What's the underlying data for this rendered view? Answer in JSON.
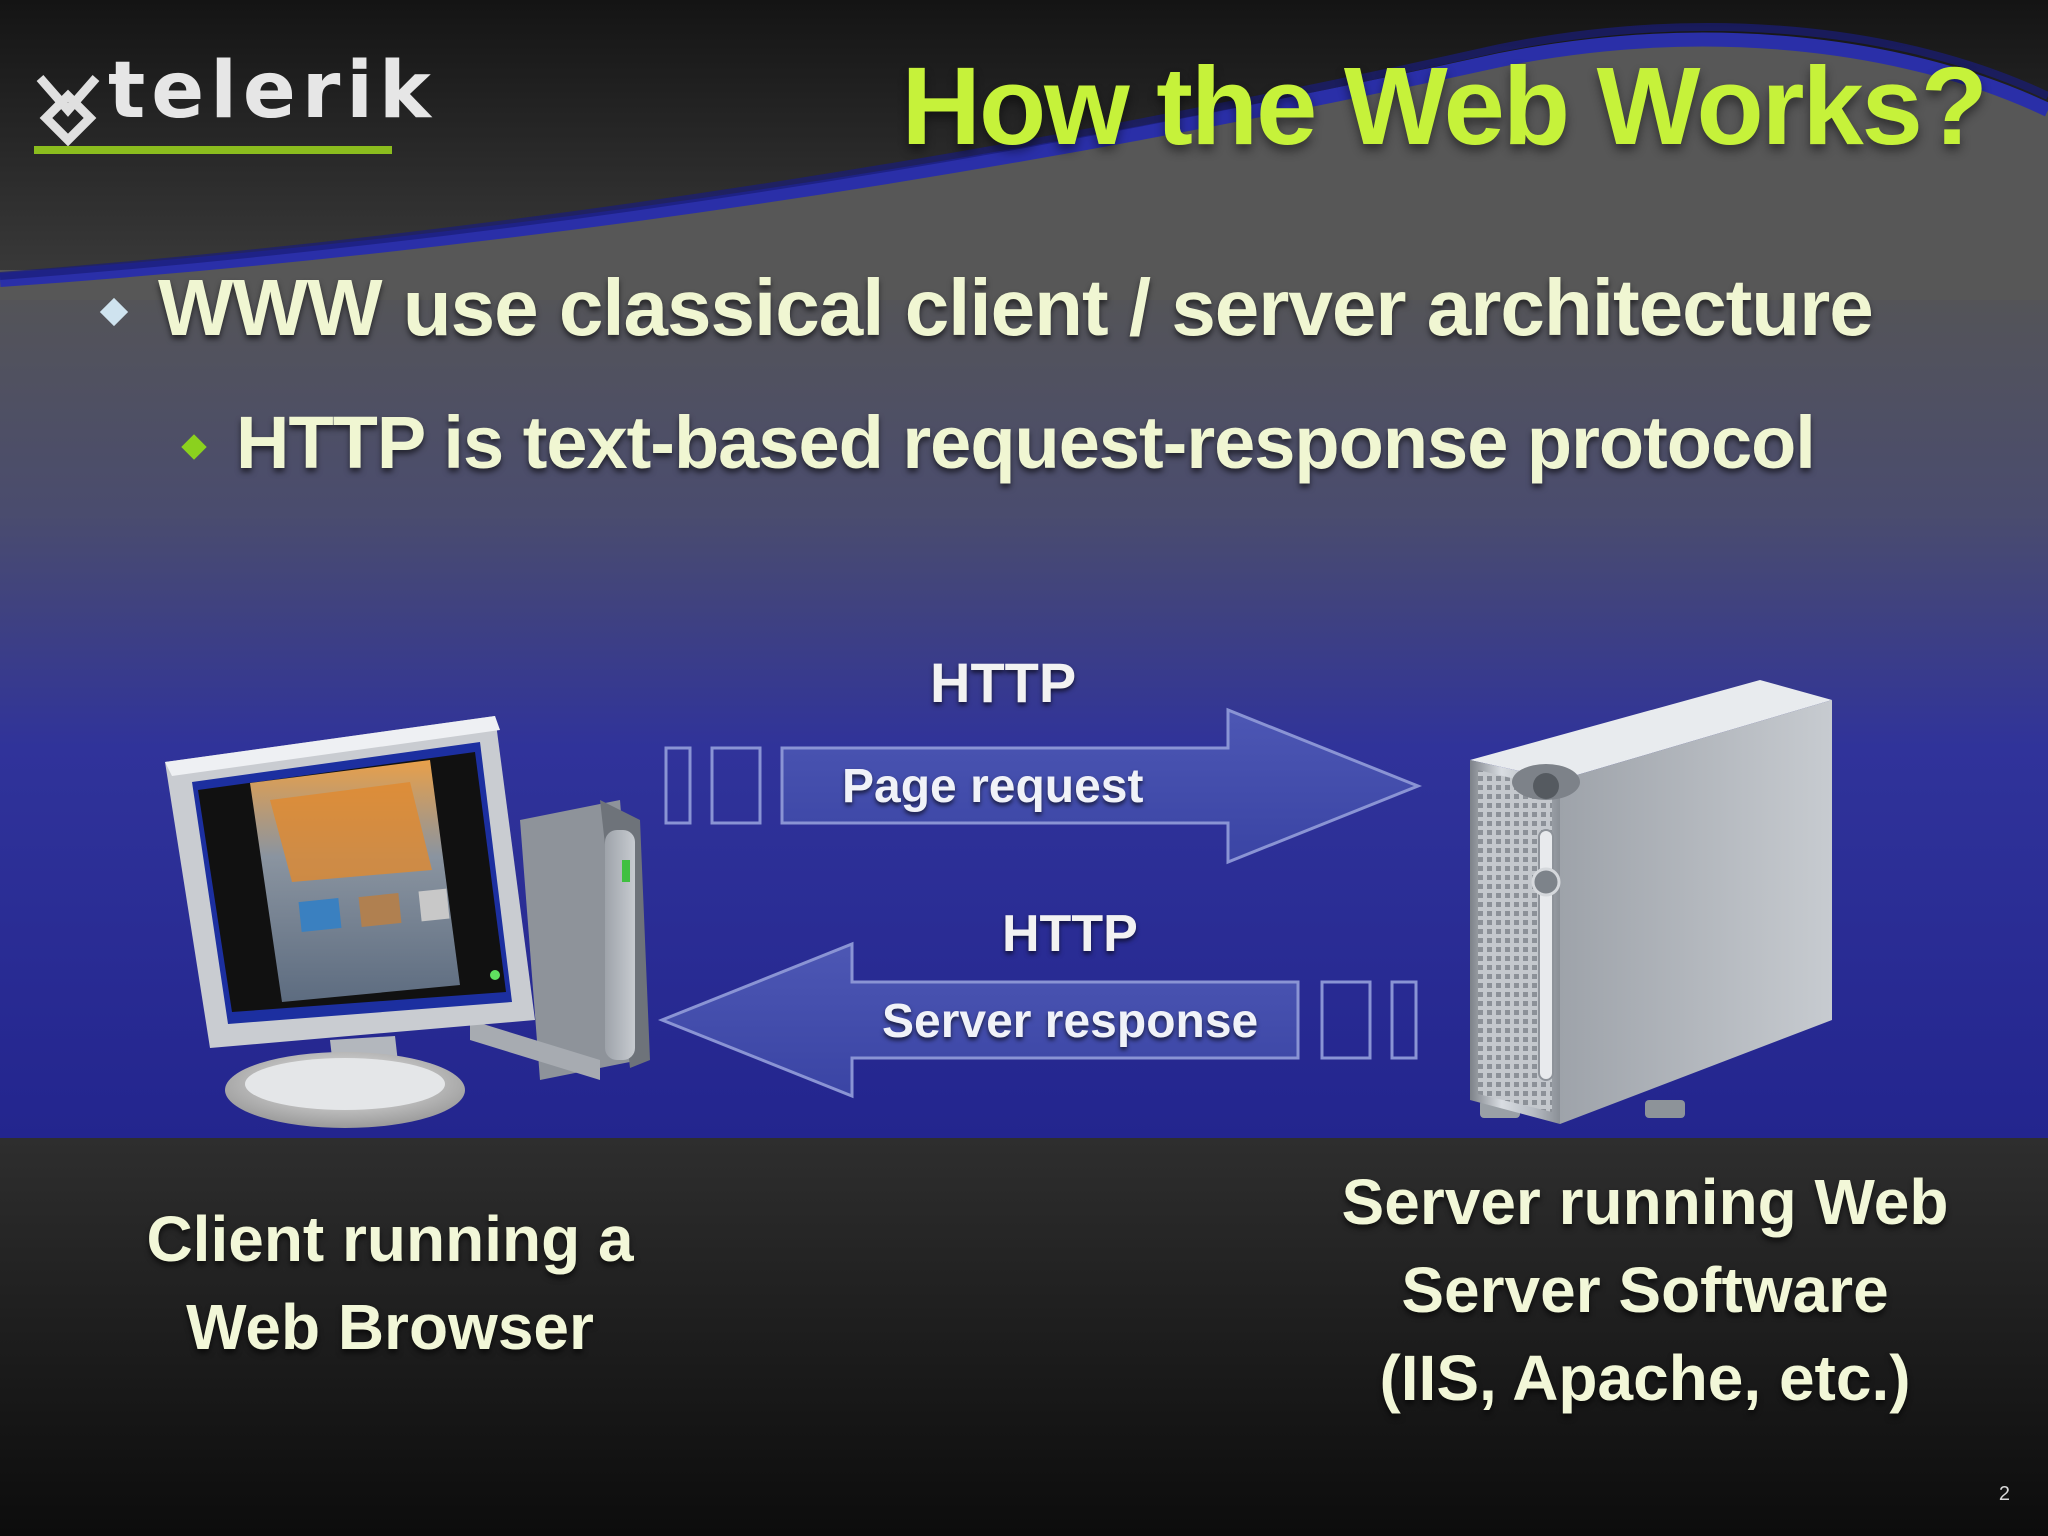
{
  "logo": {
    "text": "telerik",
    "icon": "telerik-mark-icon",
    "accent_color": "#8bbd1e"
  },
  "title": "How the Web Works?",
  "bullets": [
    {
      "text": "WWW use classical client / server architecture",
      "level": 1
    },
    {
      "text": "HTTP is text-based request-response protocol",
      "level": 2
    }
  ],
  "diagram": {
    "client_caption": [
      "Client running a",
      "Web Browser"
    ],
    "server_caption": [
      "Server running Web",
      "Server Software",
      "(IIS, Apache, etc.)"
    ],
    "request": {
      "protocol": "HTTP",
      "label": "Page request",
      "direction": "client-to-server"
    },
    "response": {
      "protocol": "HTTP",
      "label": "Server response",
      "direction": "server-to-client"
    },
    "client_icon": "desktop-computer-icon",
    "server_icon": "server-tower-icon"
  },
  "colors": {
    "title": "#c6f23a",
    "bullet_text": "#f0f6d2",
    "band_blue": "#262a9a"
  },
  "page_number": "2"
}
